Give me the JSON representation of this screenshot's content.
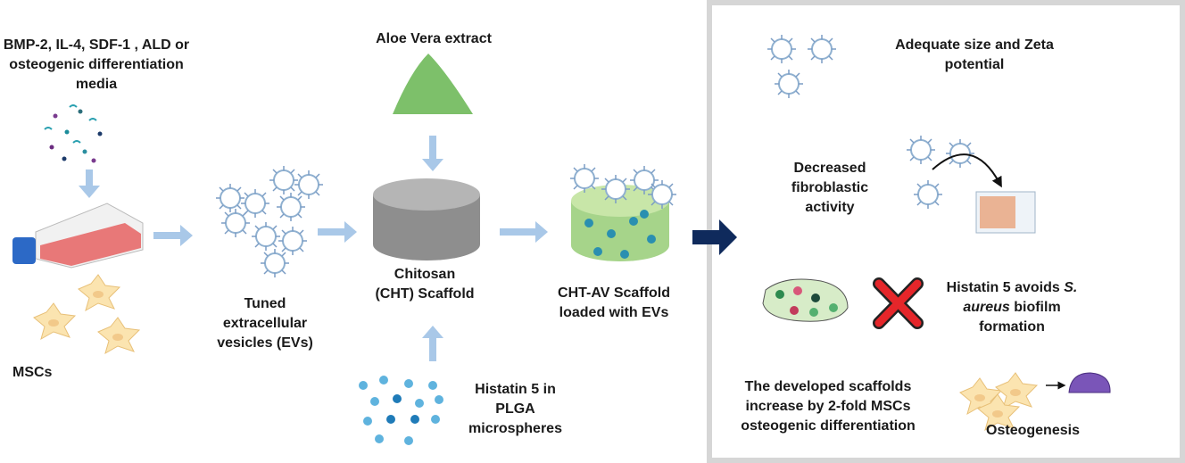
{
  "left": {
    "inducers_label": [
      "BMP-2, IL-4, SDF-1 , ALD or",
      "osteogenic differentiation",
      "media"
    ],
    "cells_label": "MSCs",
    "evs_label": [
      "Tuned",
      "extracellular",
      "vesicles (EVs)"
    ],
    "aloe_label": "Aloe Vera extract",
    "scaffold_label": [
      "Chitosan",
      "(CHT) Scaffold"
    ],
    "microspheres_label": [
      "Histatin 5 in",
      "PLGA",
      "microspheres"
    ],
    "loaded_label": [
      "CHT-AV Scaffold",
      "loaded with EVs"
    ]
  },
  "results": {
    "size_label": [
      "Adequate size and Zeta",
      "potential"
    ],
    "fibro_label": [
      "Decreased",
      "fibroblastic",
      "activity"
    ],
    "biofilm_label": {
      "pre": "Histatin 5 avoids ",
      "italic1": "S.",
      "italic2": "aureus",
      "post": " biofilm",
      "line3": "formation"
    },
    "osteo_text": [
      "The developed scaffolds",
      "increase by 2-fold MSCs",
      "osteogenic differentiation"
    ],
    "osteo_label": "Osteogenesis"
  },
  "colors": {
    "arrow": "#a9c8e8",
    "main_arrow": "#0f2a5c",
    "panel_border": "#d6d6d6",
    "aloe": "#7dc06a",
    "cross": "#e5262a"
  }
}
